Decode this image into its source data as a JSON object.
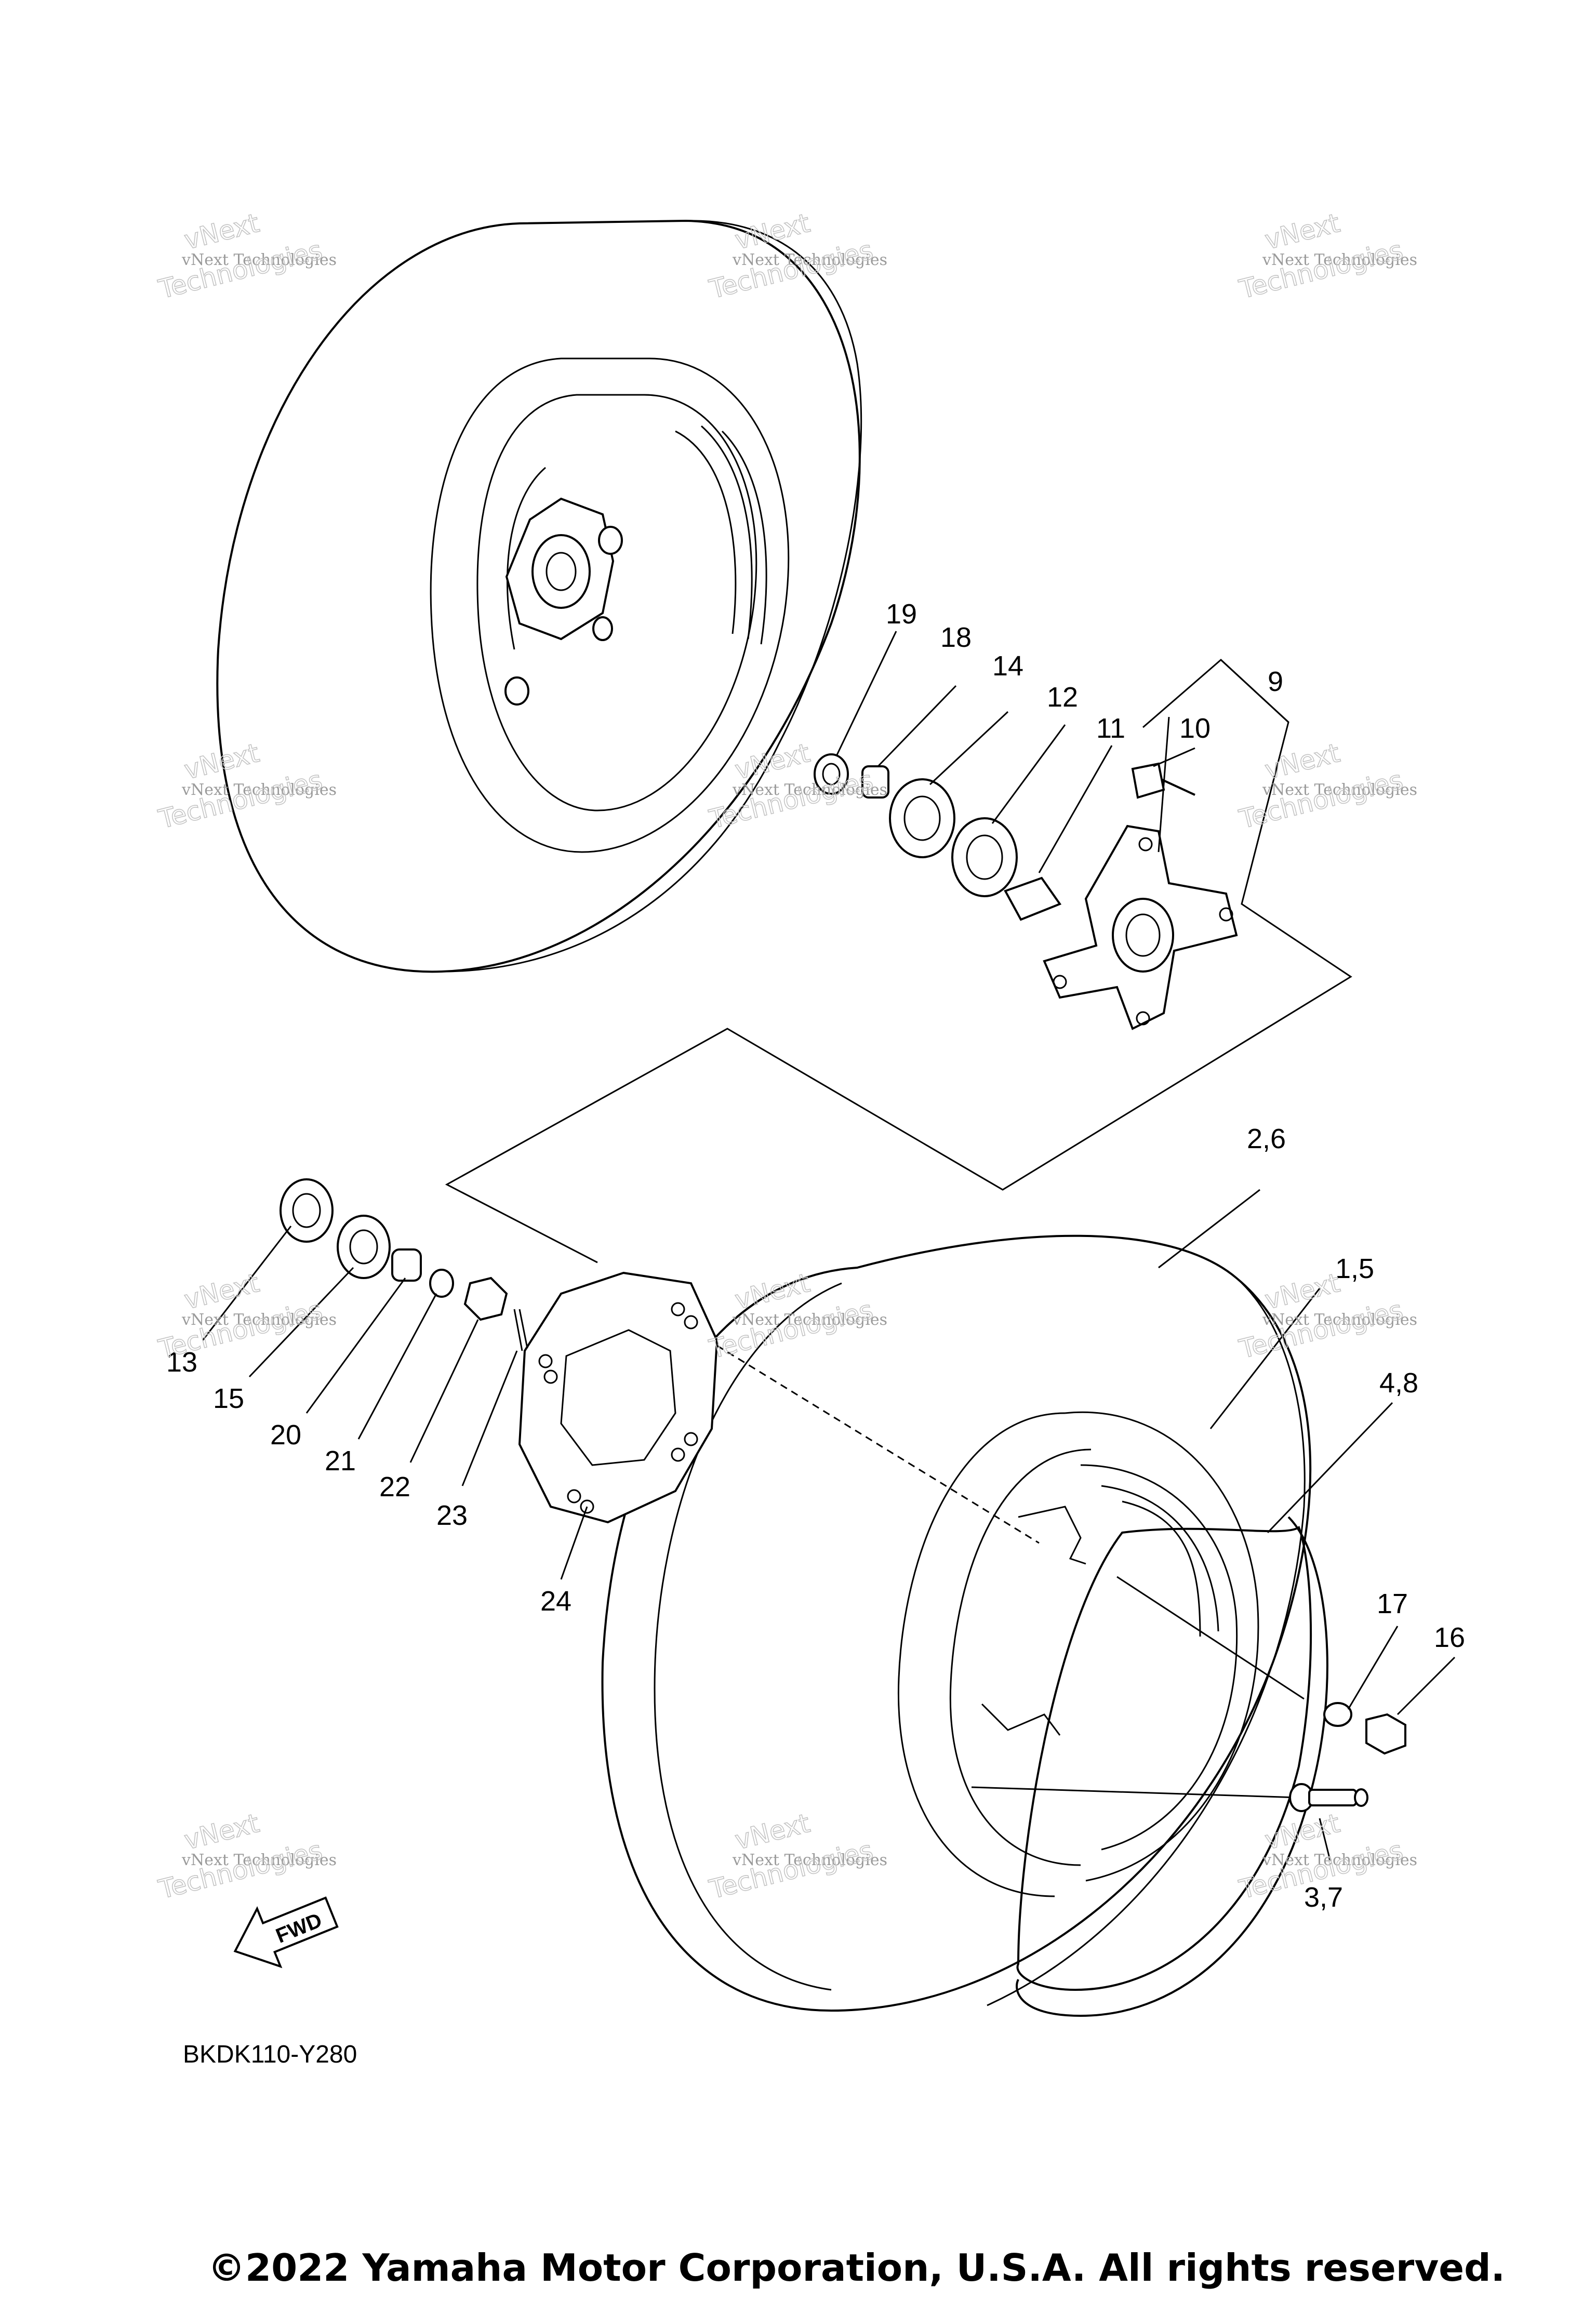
{
  "diagram": {
    "code": "BKDK110-Y280",
    "copyright": "©2022 Yamaha Motor Corporation, U.S.A. All rights reserved.",
    "fwd_label": "FWD",
    "watermark": {
      "line1": "vNext",
      "line2": "vNext Technologies",
      "line3": "Technologies"
    },
    "callouts": [
      "19",
      "18",
      "14",
      "12",
      "11",
      "10",
      "9",
      "2,6",
      "1,5",
      "4,8",
      "17",
      "16",
      "3,7",
      "13",
      "15",
      "20",
      "21",
      "22",
      "23",
      "24"
    ]
  }
}
